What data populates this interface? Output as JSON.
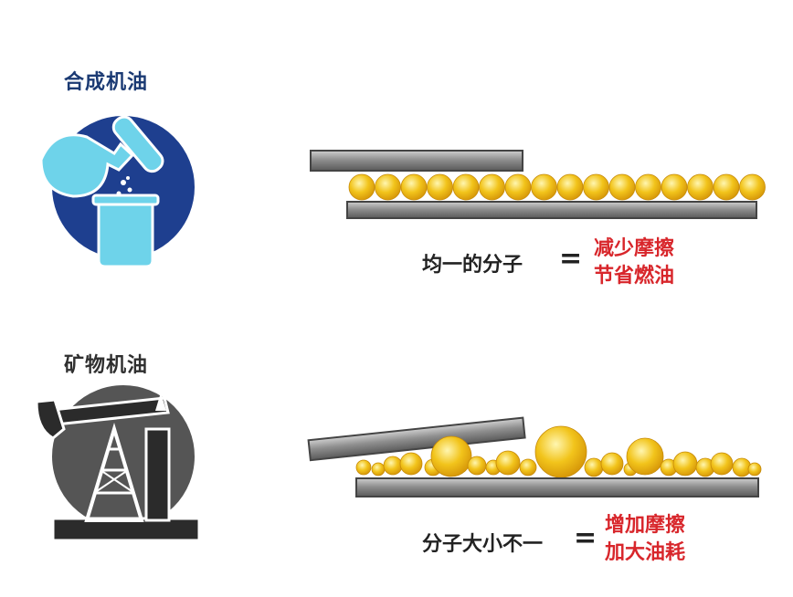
{
  "sections": [
    {
      "title": "合成机油",
      "left": "均一的分子",
      "equals": "=",
      "result1": "减少摩擦",
      "result2": "节省燃油"
    },
    {
      "title": "矿物机油",
      "left": "分子大小不一",
      "equals": "=",
      "result1": "增加摩擦",
      "result2": "加大油耗"
    }
  ],
  "colors": {
    "synthetic_title": "#1b3a73",
    "mineral_title": "#2f2f2f",
    "result_red": "#d8262b",
    "circle_blue": "#1e3f8f",
    "flask_cyan": "#6ed3ea",
    "circle_gray": "#555555",
    "oil_yellow": "#f2c41b",
    "bar_gray": "#8a8a8a"
  },
  "icons": [
    "lab-flask-icon",
    "oil-pump-icon"
  ]
}
